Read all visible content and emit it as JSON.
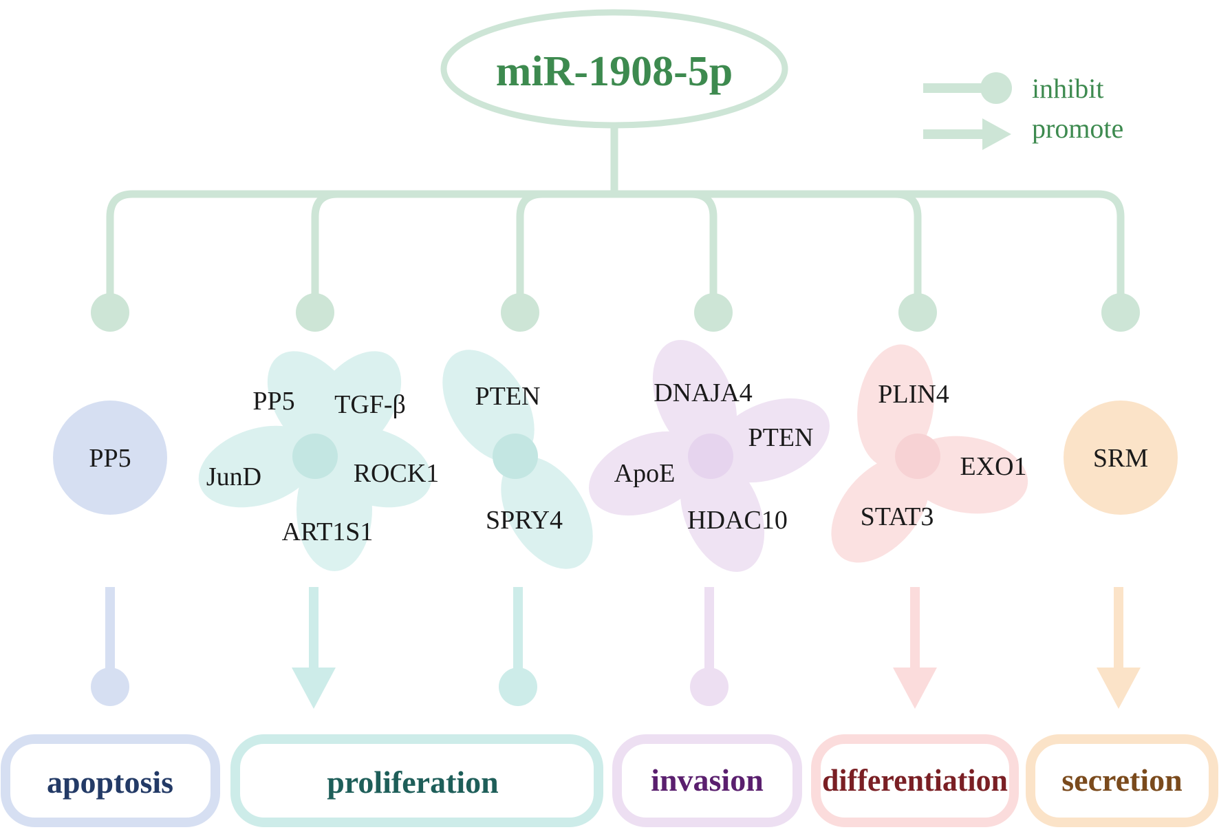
{
  "title": "miR-1908-5p",
  "legend": {
    "inhibit_label": "inhibit",
    "promote_label": "promote"
  },
  "colors": {
    "green": "#cde5d6",
    "title_green": "#3d8a4f",
    "blue": "#d6dff2",
    "teal": "#cdece9",
    "lavender": "#eddff2",
    "pink": "#fbdcdc",
    "orange": "#fbe3c8"
  },
  "groups": [
    {
      "id": "apoptosis",
      "genes": [
        "PP5"
      ],
      "effect": "inhibit",
      "outcome": "apoptosis",
      "outcome_color": "#233a66"
    },
    {
      "id": "proliferation",
      "genes": [
        "PP5",
        "TGF-β",
        "ROCK1",
        "ART1S1",
        "JunD"
      ],
      "effect": "promote",
      "outcome": "proliferation",
      "outcome_color": "#1e5e59"
    },
    {
      "id": "proliferation-2",
      "genes": [
        "PTEN",
        "SPRY4"
      ],
      "effect": "inhibit",
      "outcome": "",
      "outcome_color": "#1e5e59"
    },
    {
      "id": "invasion",
      "genes": [
        "DNAJA4",
        "PTEN",
        "HDAC10",
        "ApoE"
      ],
      "effect": "inhibit",
      "outcome": "invasion",
      "outcome_color": "#5a1f6e"
    },
    {
      "id": "differentiation",
      "genes": [
        "PLIN4",
        "EXO1",
        "STAT3"
      ],
      "effect": "promote",
      "outcome": "differentiation",
      "outcome_color": "#7a1f24"
    },
    {
      "id": "secretion",
      "genes": [
        "SRM"
      ],
      "effect": "promote",
      "outcome": "secretion",
      "outcome_color": "#7a4a1c"
    }
  ]
}
